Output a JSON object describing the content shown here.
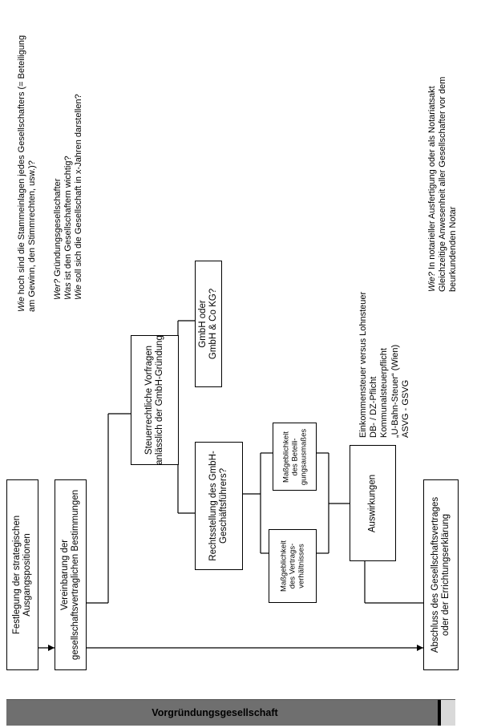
{
  "banner": {
    "title": "Vorgründungsgesellschaft",
    "bg": "#6f6f6f",
    "accent": "#000000"
  },
  "boxes": {
    "festlegung": [
      "Festlegung der strategischen",
      "Ausgangspositionen"
    ],
    "vereinbarung": [
      "Vereinbarung der",
      "gesellschaftsvertraglichen Bestimmungen"
    ],
    "steuer": [
      "Steuerrechtliche Vorfragen",
      "anlässlich der GmbH-Gründung"
    ],
    "gmbh": [
      "GmbH oder",
      "GmbH & Co KG?"
    ],
    "rechtsstellung": [
      "Rechtsstellung des GmbH-",
      "Geschäftsführers?"
    ],
    "massgeb_vertrag": [
      "Maßgeblichkeit",
      "des Vertrags-",
      "verhältnisses"
    ],
    "massgeb_beteilig": [
      "Maßgeblichkeit",
      "des Beteili-",
      "gungsausmaßes"
    ],
    "auswirkungen": [
      "Auswirkungen"
    ],
    "abschluss": [
      "Abschluss des Gesellschaftsvertrages",
      "oder der Errichtungserklärung"
    ]
  },
  "notes": {
    "stammeinlagen": [
      "Wie hoch sind die Stammeinlagen jedes Gesellschafters (= Beteiligung",
      "am Gewinn, den Stimmrechten, usw.)?"
    ],
    "gruendung": [
      "Wer? Gründungsgesellschafter",
      "Was ist den Gesellschaftern wichtig?",
      "Wie soll sich die Gesellschaft in x-Jahren darstellen?"
    ],
    "steuern": [
      "Einkommensteuer versus Lohnsteuer",
      "DB- / DZ-Pflicht",
      "Kommunalsteuerpflicht",
      "„U-Bahn-Steuer“ (Wien)",
      "ASVG - GSVG"
    ],
    "notar": [
      "Wie? In notarieller Ausfertigung oder als Notariatsakt",
      "Gleichzeitige Anwesenheit aller Gesellschafter vor dem",
      "beurkundenden Notar"
    ]
  }
}
